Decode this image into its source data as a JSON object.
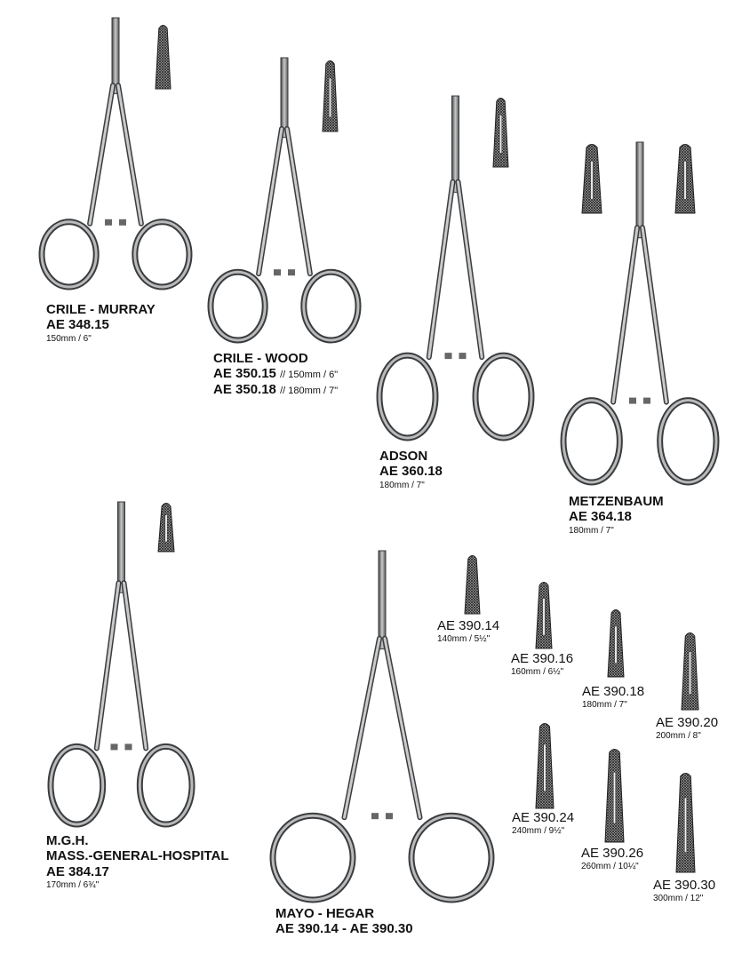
{
  "products": [
    {
      "name": "CRILE - MURRAY",
      "codes": [
        {
          "code": "AE 348.15"
        }
      ],
      "size": "150mm / 6\""
    },
    {
      "name": "CRILE - WOOD",
      "codes": [
        {
          "code": "AE 350.15",
          "size": "// 150mm / 6\""
        },
        {
          "code": "AE 350.18",
          "size": "// 180mm / 7\""
        }
      ]
    },
    {
      "name": "ADSON",
      "codes": [
        {
          "code": "AE 360.18"
        }
      ],
      "size": "180mm / 7\""
    },
    {
      "name": "METZENBAUM",
      "codes": [
        {
          "code": "AE 364.18"
        }
      ],
      "size": "180mm / 7\""
    },
    {
      "name": "M.G.H.",
      "subtitle": "MASS.-GENERAL-HOSPITAL",
      "codes": [
        {
          "code": "AE 384.17"
        }
      ],
      "size": "170mm / 6¾\""
    },
    {
      "name": "MAYO - HEGAR",
      "codes": [
        {
          "code": "AE 390.14 - AE 390.30"
        }
      ]
    }
  ],
  "mayo_variants": [
    {
      "code": "AE 390.14",
      "size": "140mm / 5½\""
    },
    {
      "code": "AE 390.16",
      "size": "160mm / 6½\""
    },
    {
      "code": "AE 390.18",
      "size": "180mm / 7\""
    },
    {
      "code": "AE 390.20",
      "size": "200mm / 8\""
    },
    {
      "code": "AE 390.24",
      "size": "240mm / 9½\""
    },
    {
      "code": "AE 390.26",
      "size": "260mm / 10¼\""
    },
    {
      "code": "AE 390.30",
      "size": "300mm / 12\""
    }
  ],
  "colors": {
    "steel": "#8a8d90",
    "steel_dark": "#3a3c3e",
    "text": "#111111"
  }
}
